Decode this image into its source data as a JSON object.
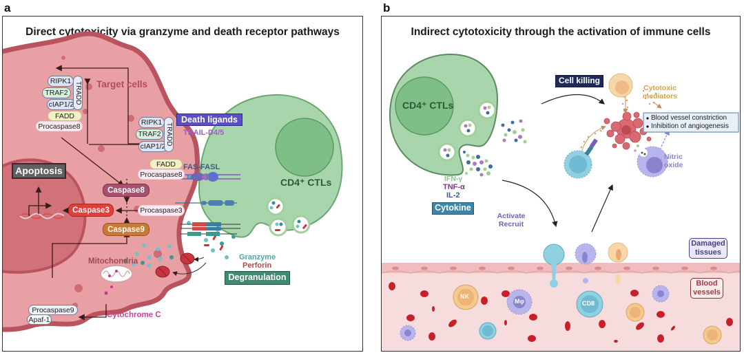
{
  "panel_a": {
    "letter": "a",
    "title": "Direct cytotoxicity via granzyme and death receptor pathways",
    "target_cells_label": "Target cells",
    "complex_top": {
      "ripk1": "RIPK1",
      "traf2": "TRAF2",
      "ciap": "cIAP1/2",
      "tradd": "TRADD",
      "fadd": "FADD",
      "procaspase8": "Procaspase8"
    },
    "complex_mid": {
      "ripk1": "RIPK1",
      "traf2": "TRAF2",
      "ciap": "cIAP1/2",
      "tradd": "TRADD",
      "fadd": "FADD",
      "procaspase8": "Procaspase8"
    },
    "death_ligands": "Death ligands",
    "trail": "TRAIL-D4/5",
    "fas": "FAS-FASL",
    "mhc": "MHC II",
    "apoptosis": "Apoptosis",
    "caspase8": "Caspase8",
    "caspase3": "Caspase3",
    "caspase9": "Caspase9",
    "procaspase3": "Procaspase3",
    "mitochondria": "Mitochondria",
    "procaspase9": "Procaspase9",
    "apaf1": "Apaf-1",
    "cytochrome_c": "Cytochrome C",
    "cd4_ctls": "CD4⁺ CTLs",
    "granzyme": "Granzyme",
    "perforin": "Perforin",
    "degranulation": "Degranulation"
  },
  "panel_b": {
    "letter": "b",
    "title": "Indirect cytotoxicity through the activation of immune cells",
    "cd4_ctls": "CD4⁺ CTLs",
    "ifn": "IFN-γ",
    "tnf": "TNF-α",
    "il2": "IL-2",
    "cytokine": "Cytokine",
    "activate": "Activate",
    "recruit": "Recruit",
    "cell_killing": "Cell killing",
    "cytotoxic_mediators_1": "Cytotoxic",
    "cytotoxic_mediators_2": "mediators",
    "effects": [
      "Blood vessel constriction",
      "Inhibition of angiogenesis"
    ],
    "nitric_1": "Nitric",
    "nitric_2": "oxide",
    "damaged_1": "Damaged",
    "damaged_2": "tissues",
    "blood_1": "Blood",
    "blood_2": "vessels",
    "nk": "NK",
    "mphi": "Mφ",
    "cd8": "CD8"
  },
  "colors": {
    "cell_pink": "#e89a9e",
    "cell_border": "#b9545e",
    "nucleus": "#cf6b72",
    "ctl_green": "#a8d5ab",
    "ctl_nucleus": "#6fb37a",
    "death_ligands_bg": "#5b4fc4",
    "caspase8": "#a8506e",
    "caspase3": "#e0403c",
    "caspase9": "#c97a35",
    "apoptosis_bg": "#5f6061",
    "degranulation_bg": "#3e8a72",
    "cytokine_bg": "#3a86a8",
    "cell_killing_bg": "#1f2a5c",
    "vessel_bg": "#f6dcdc"
  }
}
